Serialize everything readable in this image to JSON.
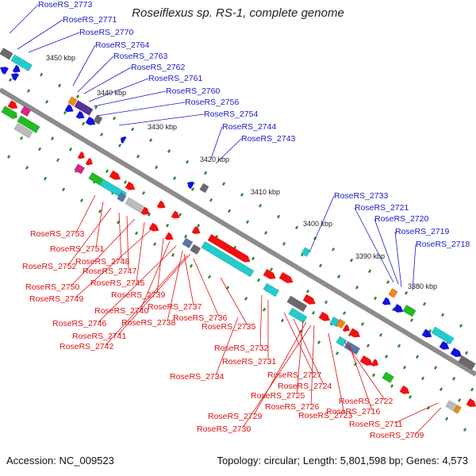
{
  "title": "Roseiflexus sp. RS-1, complete genome",
  "footer": {
    "accession": "Accession: NC_009523",
    "topology": "Topology: circular; Length: 5,801,598 bp; Genes: 4,573"
  },
  "colors": {
    "backbone": "#8c8c8c",
    "tick": "#2e8b2e",
    "label_upper": "#1a1acc",
    "label_lower": "#e01010",
    "gene_red": "#ee1111",
    "gene_blue": "#1111dd",
    "gene_cyan": "#22cccc",
    "gene_gray": "#6a6a6a",
    "gene_green": "#22bb22"
  },
  "kbp_markers": [
    "3450 kbp",
    "3440 kbp",
    "3430 kbp",
    "3420 kbp",
    "3410 kbp",
    "3400 kbp",
    "3390 kbp",
    "3380 kbp"
  ],
  "upper_labels": [
    "RoseRS_2773",
    "RoseRS_2771",
    "RoseRS_2770",
    "RoseRS_2764",
    "RoseRS_2763",
    "RoseRS_2762",
    "RoseRS_2761",
    "RoseRS_2760",
    "RoseRS_2756",
    "RoseRS_2754",
    "RoseRS_2744",
    "RoseRS_2743",
    "RoseRS_2733",
    "RoseRS_2721",
    "RoseRS_2720",
    "RoseRS_2719",
    "RoseRS_2718"
  ],
  "lower_labels": [
    "RoseRS_2753",
    "RoseRS_2751",
    "RoseRS_2752",
    "RoseRS_2748",
    "RoseRS_2747",
    "RoseRS_2750",
    "RoseRS_2745",
    "RoseRS_2749",
    "RoseRS_2739",
    "RoseRS_2740",
    "RoseRS_2737",
    "RoseRS_2746",
    "RoseRS_2738",
    "RoseRS_2736",
    "RoseRS_2741",
    "RoseRS_2735",
    "RoseRS_2742",
    "RoseRS_2732",
    "RoseRS_2731",
    "RoseRS_2734",
    "RoseRS_2727",
    "RoseRS_2724",
    "RoseRS_2725",
    "RoseRS_2726",
    "RoseRS_2722",
    "RoseRS_2716",
    "RoseRS_2723",
    "RoseRS_2729",
    "RoseRS_2730",
    "RoseRS_2711",
    "RoseRS_2709"
  ]
}
